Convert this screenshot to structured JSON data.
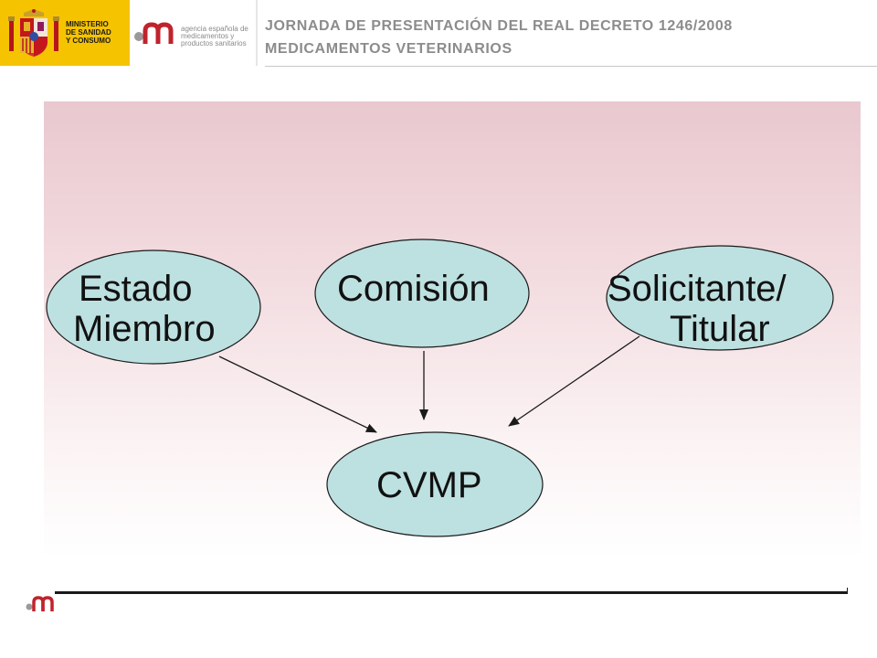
{
  "header": {
    "ministry_lines": [
      "MINISTERIO",
      "DE SANIDAD",
      "Y CONSUMO"
    ],
    "agency_lines": [
      "agencia española de",
      "medicamentos y",
      "productos sanitarios"
    ],
    "title_line1": "JORNADA DE PRESENTACIÓN DEL REAL DECRETO 1246/2008",
    "title_line2": "MEDICAMENTOS VETERINARIOS"
  },
  "diagram": {
    "nodes": {
      "estado": {
        "line1": "Estado",
        "line2": "Miembro"
      },
      "comision": {
        "label": "Comisión"
      },
      "solicitante": {
        "line1": "Solicitante/",
        "line2": "Titular"
      },
      "cvmp": {
        "label": "CVMP"
      }
    },
    "edges": [
      {
        "from": "estado",
        "to": "cvmp"
      },
      {
        "from": "comision",
        "to": "cvmp"
      },
      {
        "from": "solicitante",
        "to": "cvmp"
      }
    ],
    "node_fill": "#bde0e0",
    "node_stroke": "#1a1a1a"
  },
  "colors": {
    "ministry_yellow": "#f6c300",
    "agency_red": "#c0232c",
    "agency_gray": "#8a8a8a",
    "header_text": "#8c8c8c"
  }
}
